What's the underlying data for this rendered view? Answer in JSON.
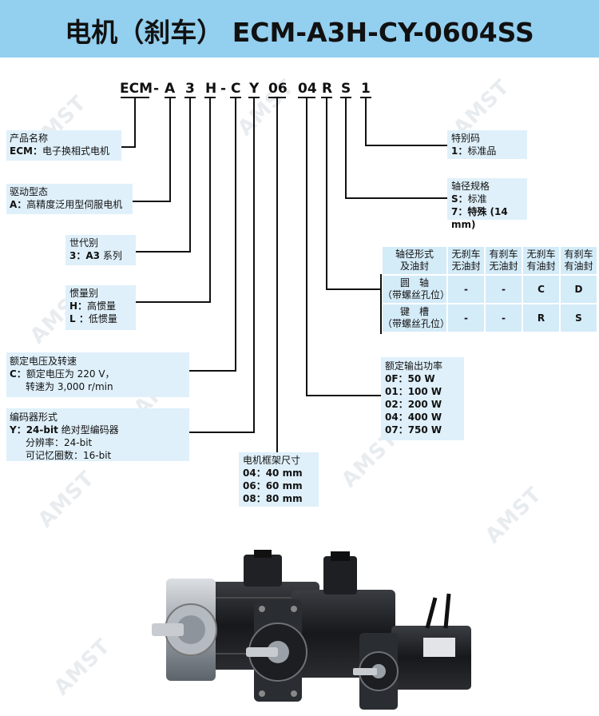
{
  "header": {
    "title": "电机（刹车）  ECM-A3H-CY-0604SS"
  },
  "model_code": [
    "ECM",
    "-",
    "A",
    "3",
    "H",
    "-",
    "C",
    "Y",
    "06",
    "04",
    "R",
    "S",
    "1"
  ],
  "boxes": {
    "product_name": {
      "title": "产品名称",
      "line1_bold": "ECM：",
      "line1": "电子换相式电机"
    },
    "drive_type": {
      "title": "驱动型态",
      "line1_bold": "A：",
      "line1": "高精度泛用型伺服电机"
    },
    "generation": {
      "title": "世代别",
      "line1_bold": "3：A3",
      "line1": " 系列"
    },
    "inertia": {
      "title": "惯量别",
      "line1_bold": "H：",
      "line1": "高惯量",
      "line2_bold": "L ：",
      "line2": "低惯量"
    },
    "voltage": {
      "title": "额定电压及转速",
      "line1_bold": "C：",
      "line1": "额定电压为 220 V，",
      "line2": "转速为 3,000 r/min"
    },
    "encoder": {
      "title": "编码器形式",
      "line1_bold": "Y：24-bit",
      "line1": " 绝对型编码器",
      "line2": "分辨率：24-bit",
      "line3": "可记忆圈数：16-bit"
    },
    "frame": {
      "title": "电机框架尺寸",
      "items": [
        "04：40 mm",
        "06：60 mm",
        "08：80 mm"
      ]
    },
    "power": {
      "title": "额定输出功率",
      "items": [
        "0F：50 W",
        "01：100 W",
        "02：200 W",
        "04：400 W",
        "07：750 W"
      ]
    },
    "special": {
      "title": "特别码",
      "line1_bold": "1：",
      "line1": "标准品"
    },
    "shaft_spec": {
      "title": "轴径规格",
      "line1_bold": "S：",
      "line1": "标准",
      "line2_bold": "7：",
      "line2": "特殊 (14 mm)"
    }
  },
  "shaft_table": {
    "corner": [
      "轴径形式",
      "及油封"
    ],
    "headers": [
      [
        "无刹车",
        "无油封"
      ],
      [
        "有刹车",
        "无油封"
      ],
      [
        "无刹车",
        "有油封"
      ],
      [
        "有刹车",
        "有油封"
      ]
    ],
    "rows": [
      {
        "label": [
          "圆　轴",
          "（带螺丝孔位）"
        ],
        "cells": [
          "-",
          "-",
          "C",
          "D"
        ]
      },
      {
        "label": [
          "键　槽",
          "（带螺丝孔位）"
        ],
        "cells": [
          "-",
          "-",
          "R",
          "S"
        ]
      }
    ]
  },
  "watermark": "AMST",
  "colors": {
    "header_bg": "#93cfef",
    "box_bg": "#dff0fa",
    "line": "#111111"
  }
}
